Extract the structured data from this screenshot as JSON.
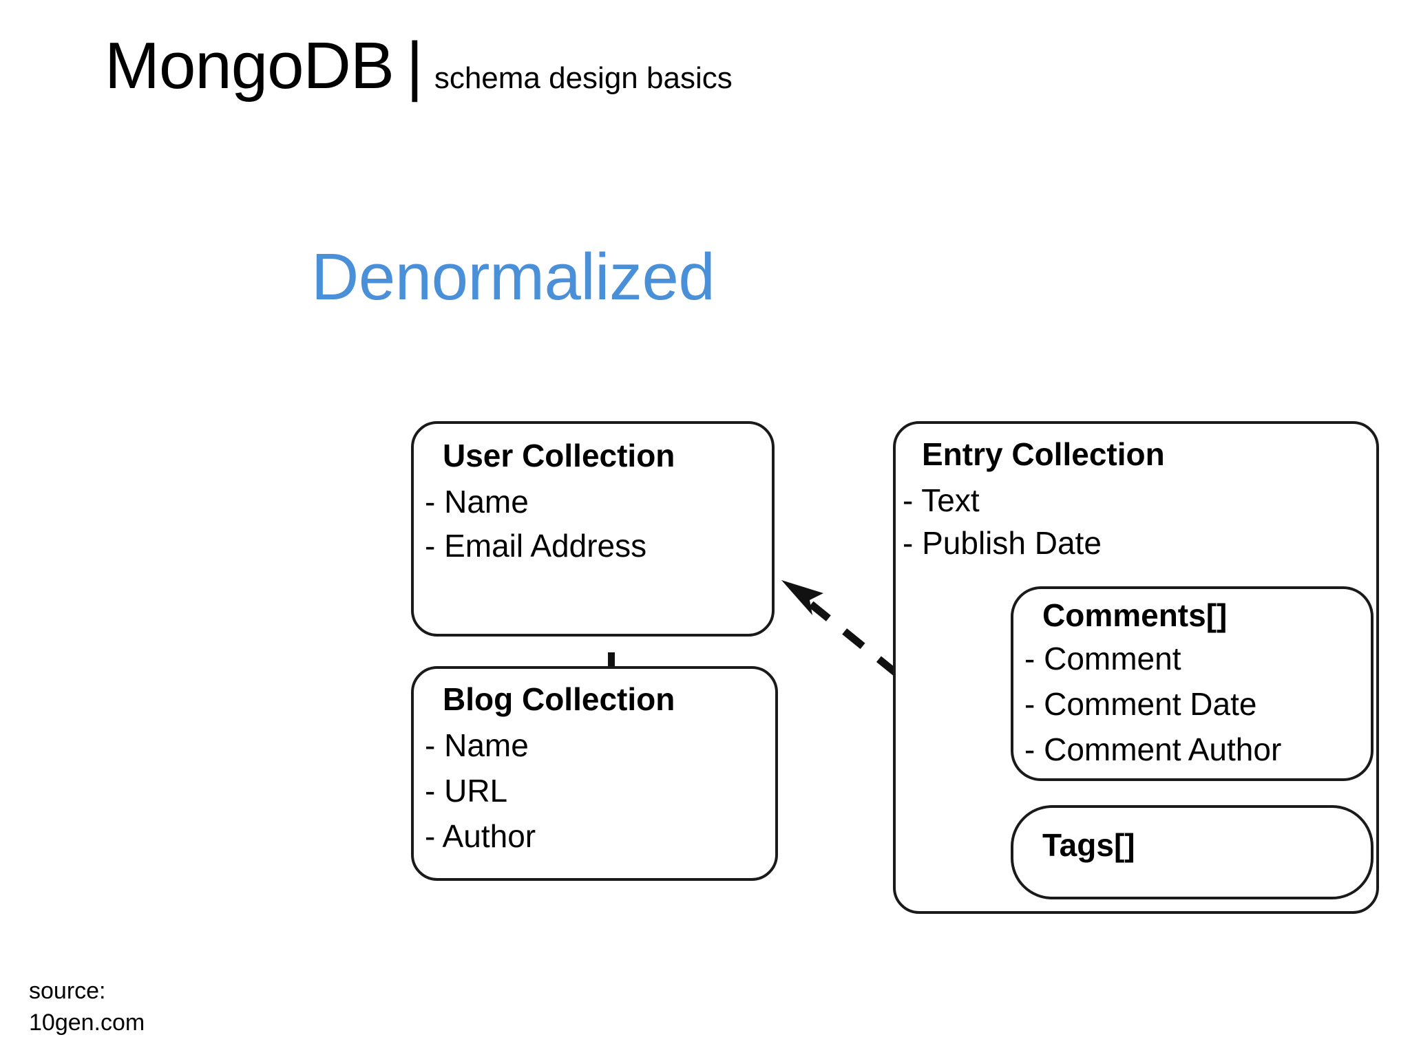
{
  "slide": {
    "brand": "MongoDB",
    "divider": "|",
    "subtitle": "schema design basics",
    "heading": "Denormalized",
    "heading_color": "#4A90D9",
    "source_label": "source:",
    "source_value": "10gen.com"
  },
  "diagram": {
    "nodes": [
      {
        "id": "user",
        "title": "User Collection",
        "fields": [
          "- Name",
          "- Email Address"
        ]
      },
      {
        "id": "blog",
        "title": "Blog Collection",
        "fields": [
          "- Name",
          "- URL",
          "- Author"
        ]
      },
      {
        "id": "entry",
        "title": "Entry Collection",
        "fields": [
          "- Text",
          "- Publish Date"
        ]
      },
      {
        "id": "comments",
        "title": "Comments[]",
        "fields": [
          "- Comment",
          "- Comment Date",
          "- Comment Author"
        ]
      },
      {
        "id": "tags",
        "title": "Tags[]",
        "fields": []
      }
    ],
    "edges": [
      {
        "id": "blog-to-user",
        "from": "blog",
        "to": "user",
        "style": "dashed",
        "arrow": "up"
      },
      {
        "id": "entry-to-user",
        "from": "entry",
        "to": "user",
        "style": "dashed",
        "arrow": "up-left"
      }
    ]
  }
}
